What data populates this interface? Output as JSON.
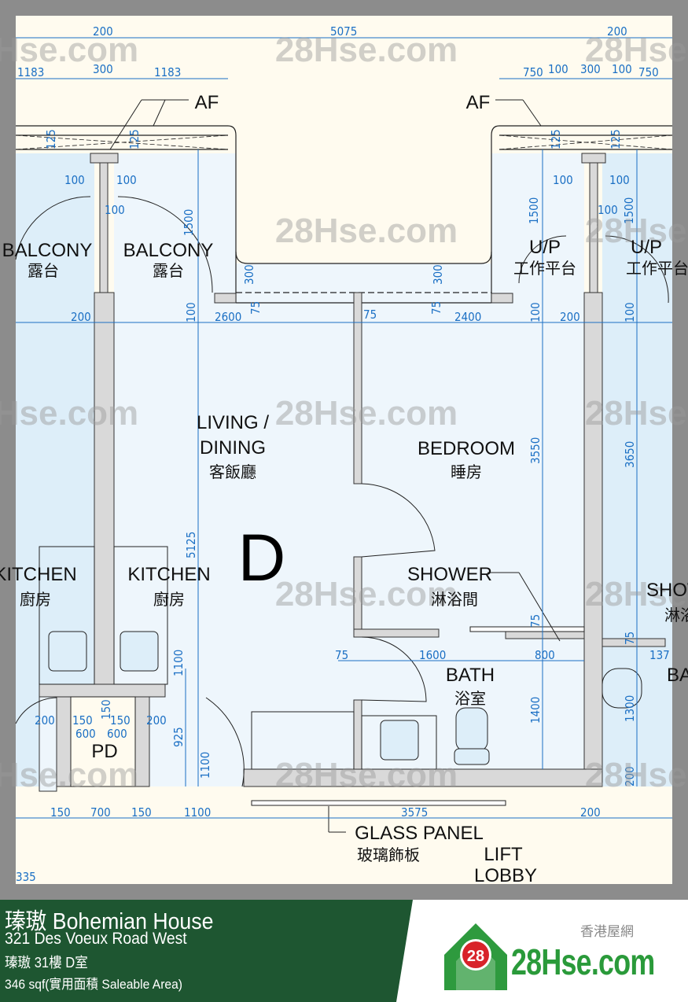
{
  "plan": {
    "unit_letter": "D",
    "rooms": {
      "af_left": "AF",
      "af_right": "AF",
      "balcony_neighbor_en": "BALCONY",
      "balcony_neighbor_cn": "露台",
      "balcony_en": "BALCONY",
      "balcony_cn": "露台",
      "up_en": "U/P",
      "up_cn": "工作平台",
      "up_neighbor_en": "U/P",
      "up_neighbor_cn": "工作平台",
      "living_en_1": "LIVING /",
      "living_en_2": "DINING",
      "living_cn": "客飯廳",
      "bedroom_en": "BEDROOM",
      "bedroom_cn": "睡房",
      "kitchen_neighbor_en": "KITCHEN",
      "kitchen_neighbor_cn": "廚房",
      "kitchen_en": "KITCHEN",
      "kitchen_cn": "廚房",
      "shower_en": "SHOWER",
      "shower_cn": "淋浴間",
      "shower_neighbor_en": "SHOWER",
      "shower_neighbor_cn": "淋浴間",
      "bath_en": "BATH",
      "bath_cn": "浴室",
      "bath_neighbor_en": "BATH",
      "pd": "PD",
      "glass_panel_en": "GLASS PANEL",
      "glass_panel_cn": "玻璃飾板",
      "lift_1": "LIFT",
      "lift_2": "LOBBY"
    },
    "dimensions": [
      "200",
      "5075",
      "200",
      "1183",
      "300",
      "1183",
      "750",
      "100",
      "300",
      "100",
      "750",
      "125",
      "125",
      "125",
      "125",
      "100",
      "100",
      "100",
      "100",
      "100",
      "100",
      "1500",
      "1500",
      "1500",
      "300",
      "300",
      "75",
      "75",
      "2600",
      "75",
      "2400",
      "200",
      "200",
      "100",
      "100",
      "100",
      "3550",
      "3650",
      "5125",
      "75",
      "1600",
      "800",
      "75",
      "75",
      "1400",
      "1300",
      "137",
      "1100",
      "150",
      "200",
      "150",
      "150",
      "200",
      "600",
      "600",
      "925",
      "1100",
      "150",
      "700",
      "150",
      "1100",
      "3575",
      "200",
      "335",
      "200"
    ],
    "watermark": "28Hse.com"
  },
  "footer": {
    "title": "瑧璈 Bohemian House",
    "address": "321 Des Voeux Road West",
    "unit": "瑧璈 31樓 D室",
    "area": "346 sqf(實用面積 Saleable Area)",
    "logo_cn": "香港屋網",
    "logo_text": "28Hse.com",
    "logo_badge": "28"
  },
  "colors": {
    "footer_green": "#1e5631",
    "dimension_blue": "#1a6fc4",
    "logo_green": "#2a9a3a",
    "logo_red": "#d8232a"
  }
}
